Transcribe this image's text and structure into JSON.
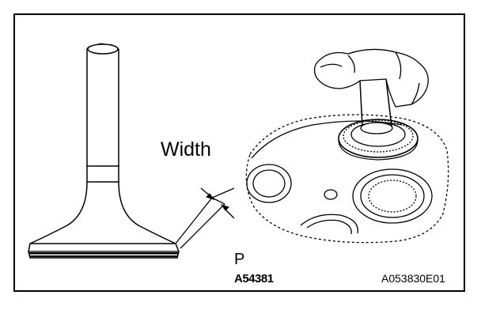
{
  "labels": {
    "width": "Width",
    "point": "P",
    "figure_code": "A54381",
    "figure_reference": "A053830E01"
  },
  "colors": {
    "line": "#000000",
    "background": "#ffffff"
  }
}
